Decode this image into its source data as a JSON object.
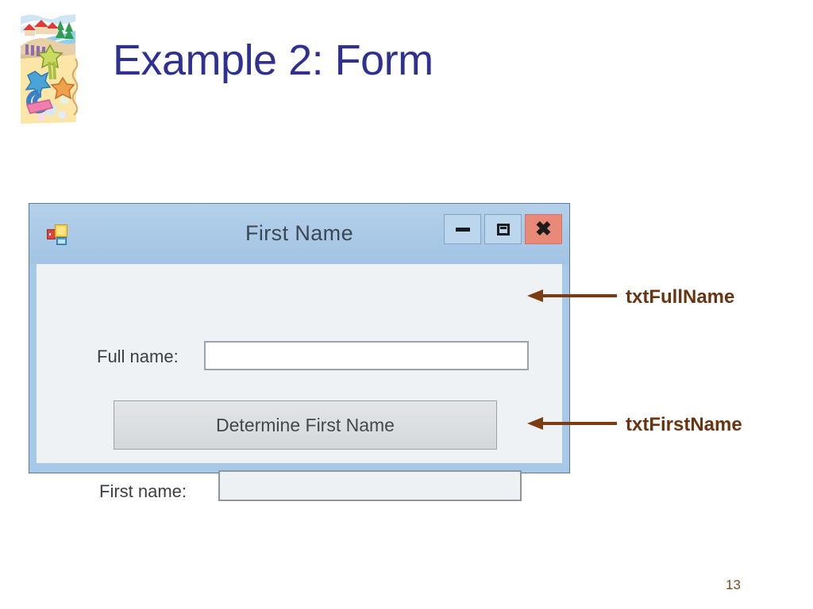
{
  "slide": {
    "title": "Example 2: Form",
    "page_number": "13",
    "title_color": "#2E3192",
    "clipart_name": "beach-scene-clipart"
  },
  "form": {
    "window_title": "First Name",
    "titlebar_color": "#A9C9E7",
    "client_color": "#EFF2F4",
    "app_icon": "vb-form-icon",
    "window_buttons": [
      {
        "name": "minimize-button",
        "glyph": "minimize-icon"
      },
      {
        "name": "maximize-button",
        "glyph": "maximize-icon"
      },
      {
        "name": "close-button",
        "glyph": "close-icon",
        "color": "#E8897A"
      }
    ],
    "fields": [
      {
        "label": "Full name:",
        "value": "",
        "placeholder": "",
        "control_name": "txtFullName",
        "enabled": true
      },
      {
        "label": "First name:",
        "value": "",
        "placeholder": "",
        "control_name": "txtFirstName",
        "enabled": false
      }
    ],
    "button": {
      "label": "Determine First Name"
    }
  },
  "annotations": {
    "color": "#6B3410",
    "items": [
      {
        "label": "txtFullName",
        "points_to": "txtFullName-textbox"
      },
      {
        "label": "txtFirstName",
        "points_to": "txtFirstName-textbox"
      }
    ]
  }
}
